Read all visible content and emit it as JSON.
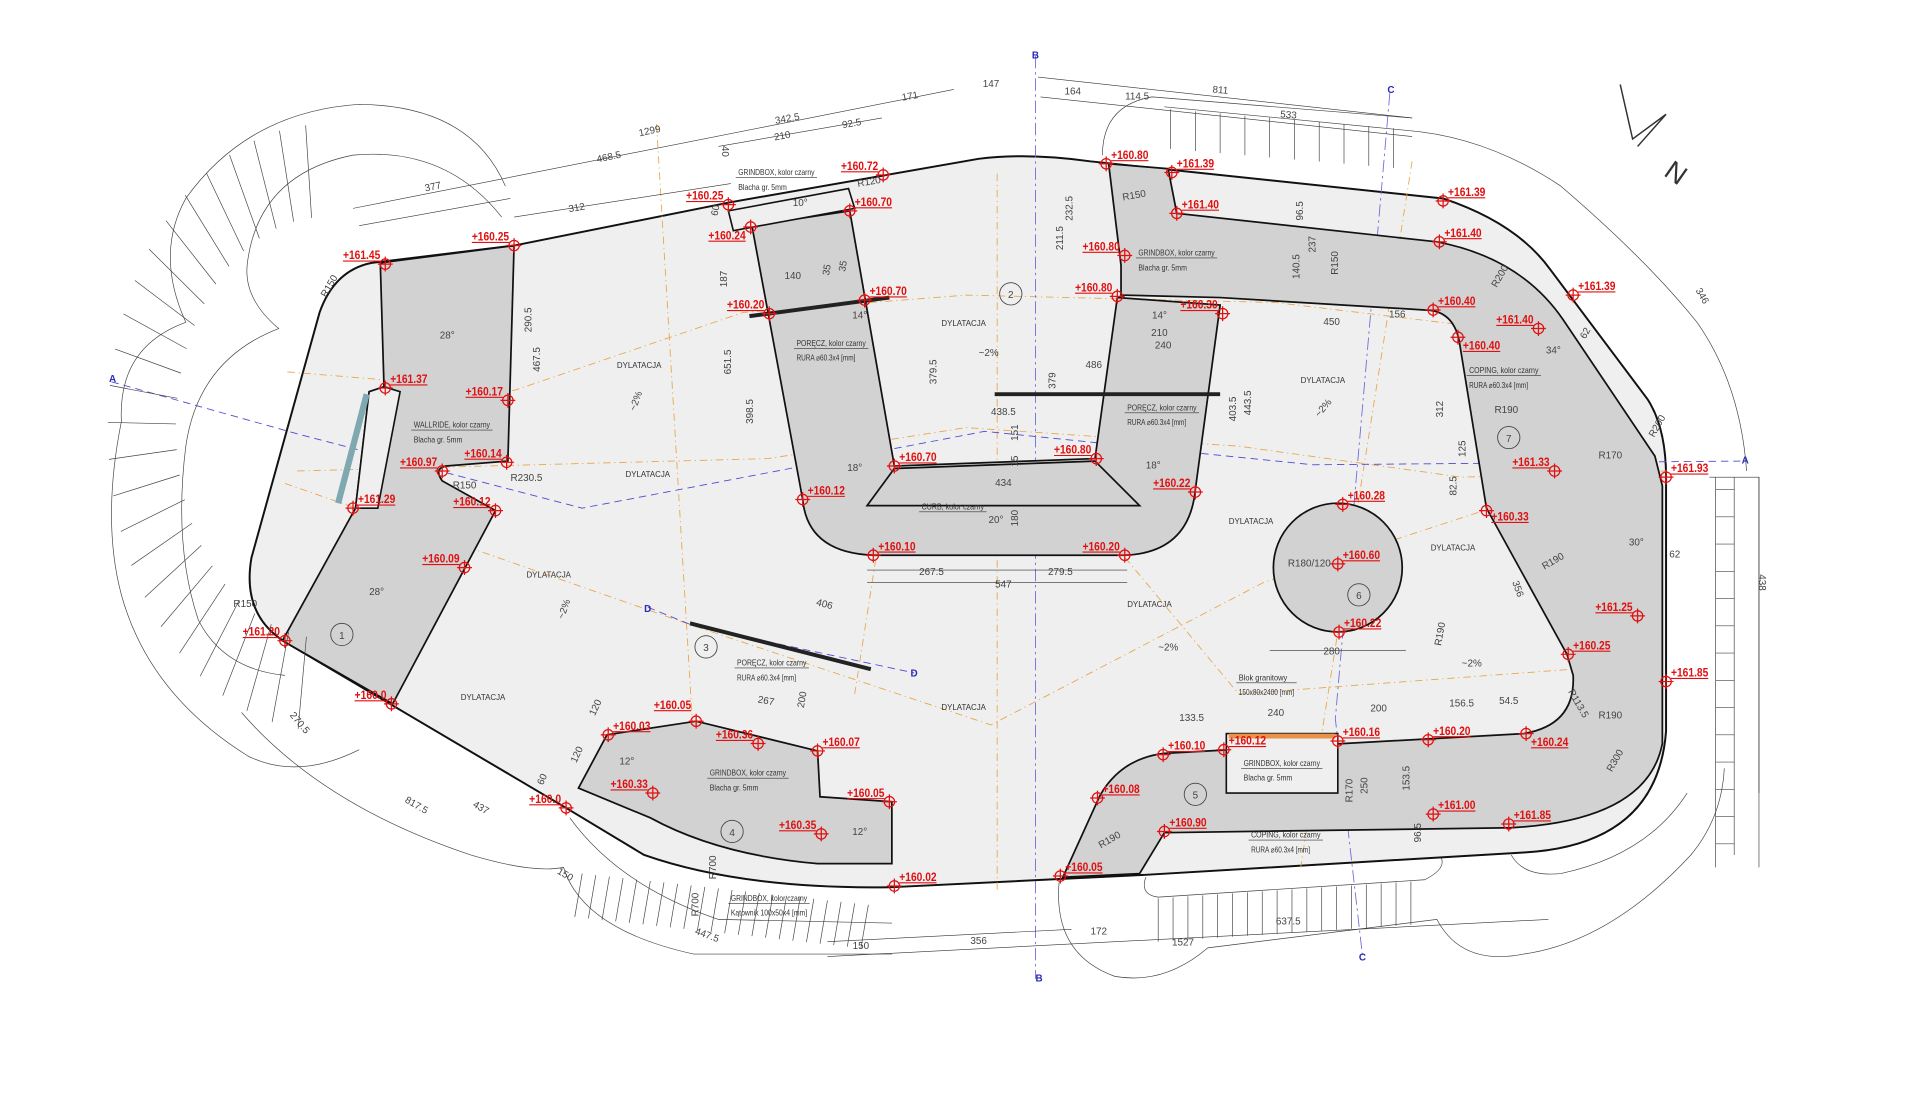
{
  "drawing": {
    "colors": {
      "ramp_fill": "#d2d2d2",
      "floor_fill": "#efefef",
      "elevation": "#e01010",
      "dilatation_line": "#e8a54a",
      "section_line": "#4a4ad0",
      "coping": "#7fa8b0",
      "granite_block": "#e8924a"
    },
    "north_arrow_label": "N",
    "section_markers": [
      "A",
      "A",
      "B",
      "B",
      "C",
      "C",
      "D",
      "D"
    ],
    "elevations": [
      "+161.45",
      "+160.25",
      "+161.37",
      "+160.17",
      "+160.14",
      "+160.97",
      "+161.29",
      "+160.12",
      "+160.09",
      "+161.20",
      "+160.0",
      "+160.25",
      "+160.24",
      "+160.72",
      "+160.70",
      "+160.20",
      "+160.70",
      "+160.70",
      "+160.80",
      "+160.12",
      "+160.10",
      "+160.20",
      "+160.22",
      "+160.80",
      "+161.39",
      "+161.40",
      "+160.80",
      "+160.80",
      "+160.30",
      "+161.39",
      "+161.40",
      "+160.40",
      "+160.40",
      "+161.40",
      "+161.39",
      "+161.33",
      "+160.33",
      "+161.93",
      "+161.25",
      "+160.25",
      "+161.85",
      "+160.24",
      "+160.28",
      "+160.60",
      "+160.22",
      "+160.12",
      "+160.16",
      "+160.20",
      "+160.10",
      "+160.08",
      "+160.90",
      "+161.00",
      "+161.85",
      "+160.05",
      "+160.03",
      "+160.05",
      "+160.36",
      "+160.07",
      "+160.33",
      "+160.0",
      "+160.35",
      "+160.05",
      "+160.02"
    ],
    "notes": [
      [
        "GRINDBOX, kolor czarny",
        "Blacha gr. 5mm"
      ],
      [
        "PORĘCZ, kolor czarny",
        "RURA ⌀60.3x4 [mm]"
      ],
      [
        "WALLRIDE, kolor czarny",
        "Blacha gr. 5mm"
      ],
      [
        "CURB, kolor czarny"
      ],
      [
        "GRINDBOX, kolor czarny",
        "Blacha gr. 5mm"
      ],
      [
        "PORĘCZ, kolor czarny",
        "RURA ⌀60.3x4 [mm]"
      ],
      [
        "COPING, kolor czarny",
        "RURA ⌀60.3x4 [mm]"
      ],
      [
        "PORĘCZ, kolor czarny",
        "RURA ⌀60.3x4 [mm]"
      ],
      [
        "Blok granitowy",
        "150x80x2400 [mm]"
      ],
      [
        "GRINDBOX, kolor czarny",
        "Blacha gr. 5mm"
      ],
      [
        "COPING, kolor czarny",
        "RURA ⌀60.3x4 [mm]"
      ],
      [
        "GRINDBOX, kolor czarny",
        "Blacha gr. 5mm"
      ],
      [
        "GRINDBOX, kolor czarny",
        "Kątownik 100x50x4 [mm]"
      ]
    ],
    "dilatation_label": "DYLATACJA",
    "dilatation_count": 10,
    "slopes": [
      "~2%",
      "~2%",
      "~2%",
      "~2%",
      "~2%",
      "~2%"
    ],
    "element_numbers": [
      "1",
      "2",
      "3",
      "4",
      "5",
      "6",
      "7"
    ],
    "angles": [
      "28°",
      "28°",
      "10°",
      "14°",
      "18°",
      "18°",
      "14°",
      "12°",
      "12°",
      "34°",
      "30°",
      "20°"
    ],
    "dimensions": [
      "1299",
      "468.5",
      "342.5",
      "210",
      "92.5",
      "171",
      "147",
      "164",
      "114.5",
      "811",
      "533",
      "377",
      "312",
      "40",
      "290.5",
      "467.5",
      "651.5",
      "398.5",
      "187",
      "379.5",
      "438.5",
      "434",
      "151",
      "15",
      "180",
      "267.5",
      "279.5",
      "547",
      "486",
      "379",
      "211.5",
      "232.5",
      "210",
      "240",
      "403.5",
      "443.5",
      "450",
      "156",
      "312",
      "125",
      "82.5",
      "356",
      "280",
      "133.5",
      "240",
      "200",
      "156.5",
      "54.5",
      "150",
      "356",
      "1527",
      "637.5",
      "172",
      "447.5",
      "817.5",
      "437",
      "150",
      "270.5",
      "140",
      "35",
      "35",
      "60",
      "120",
      "120",
      "60",
      "267",
      "200",
      "406",
      "250",
      "153.5",
      "96.5",
      "237",
      "140.5",
      "96.5",
      "62",
      "62",
      "346",
      "438"
    ],
    "radii": [
      "R150",
      "R150",
      "R150",
      "R230.5",
      "R120",
      "R150",
      "R150",
      "R200",
      "R200",
      "R190",
      "R170",
      "R190",
      "R190",
      "R190",
      "R300",
      "R113.5",
      "R170",
      "R190",
      "R180/120",
      "R700",
      "R700"
    ]
  }
}
